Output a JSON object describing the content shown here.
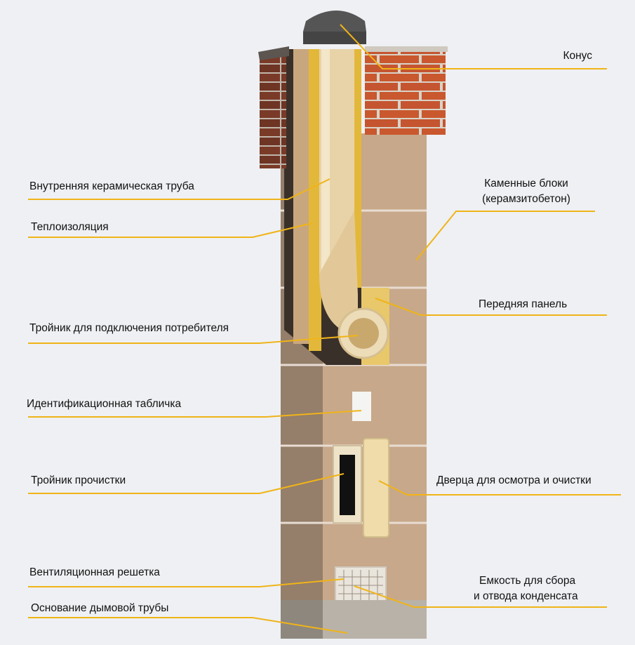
{
  "colors": {
    "background": "#eef0f3",
    "leader_line": "#f0b418",
    "brick": "#c9582e",
    "block": "#c7a88a",
    "ceramic": "#e8d3a8",
    "insulation": "#e6c24a"
  },
  "labels": {
    "inner_pipe": "Внутренняя керамическая труба",
    "insulation": "Теплоизоляция",
    "tee_connection": "Тройник для подключения потребителя",
    "id_plate": "Идентификационная табличка",
    "tee_cleaning": "Тройник прочистки",
    "vent_grille": "Вентиляционная решетка",
    "base": "Основание дымовой трубы",
    "cone": "Конус",
    "stone_blocks_1": "Каменные блоки",
    "stone_blocks_2": "(керамзитобетон)",
    "front_panel": "Передняя панель",
    "door": "Дверца для осмотра и очистки",
    "condensate_1": "Емкость для сбора",
    "condensate_2": "и отвода конденсата"
  }
}
